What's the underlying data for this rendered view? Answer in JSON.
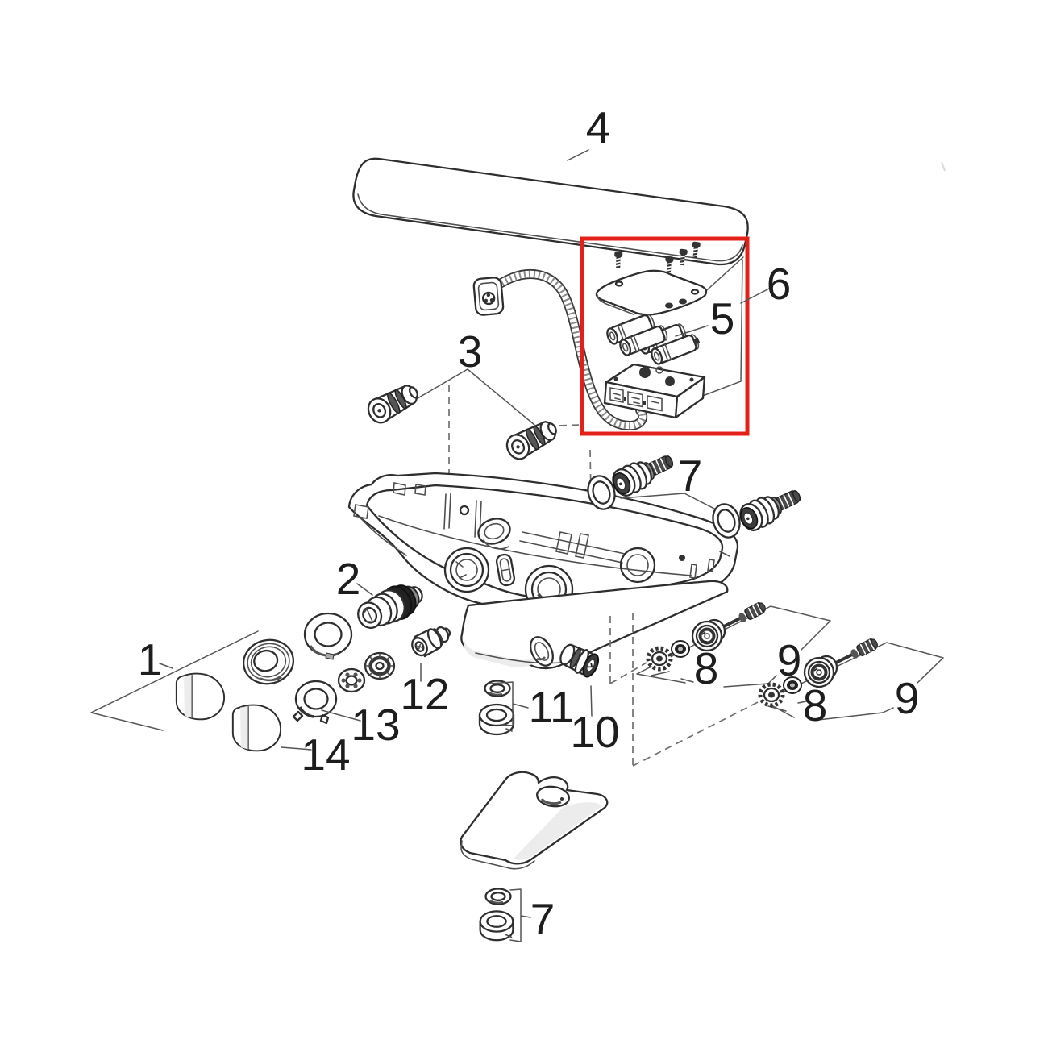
{
  "diagram": {
    "type": "exploded-parts-diagram",
    "subject": "thermostatic bath/shower mixer exploded spare-parts view",
    "highlight_color": "#e32119",
    "callouts": {
      "part1": "1",
      "part2": "2",
      "part3": "3",
      "part4": "4",
      "part5": "5",
      "part6": "6",
      "part7_inlets": "7",
      "part7_bottom": "7",
      "part8_left": "8",
      "part8_right": "8",
      "part9_left": "9",
      "part9_right": "9",
      "part10": "10",
      "part11": "11",
      "part12": "12",
      "part13": "13",
      "part14": "14"
    }
  }
}
